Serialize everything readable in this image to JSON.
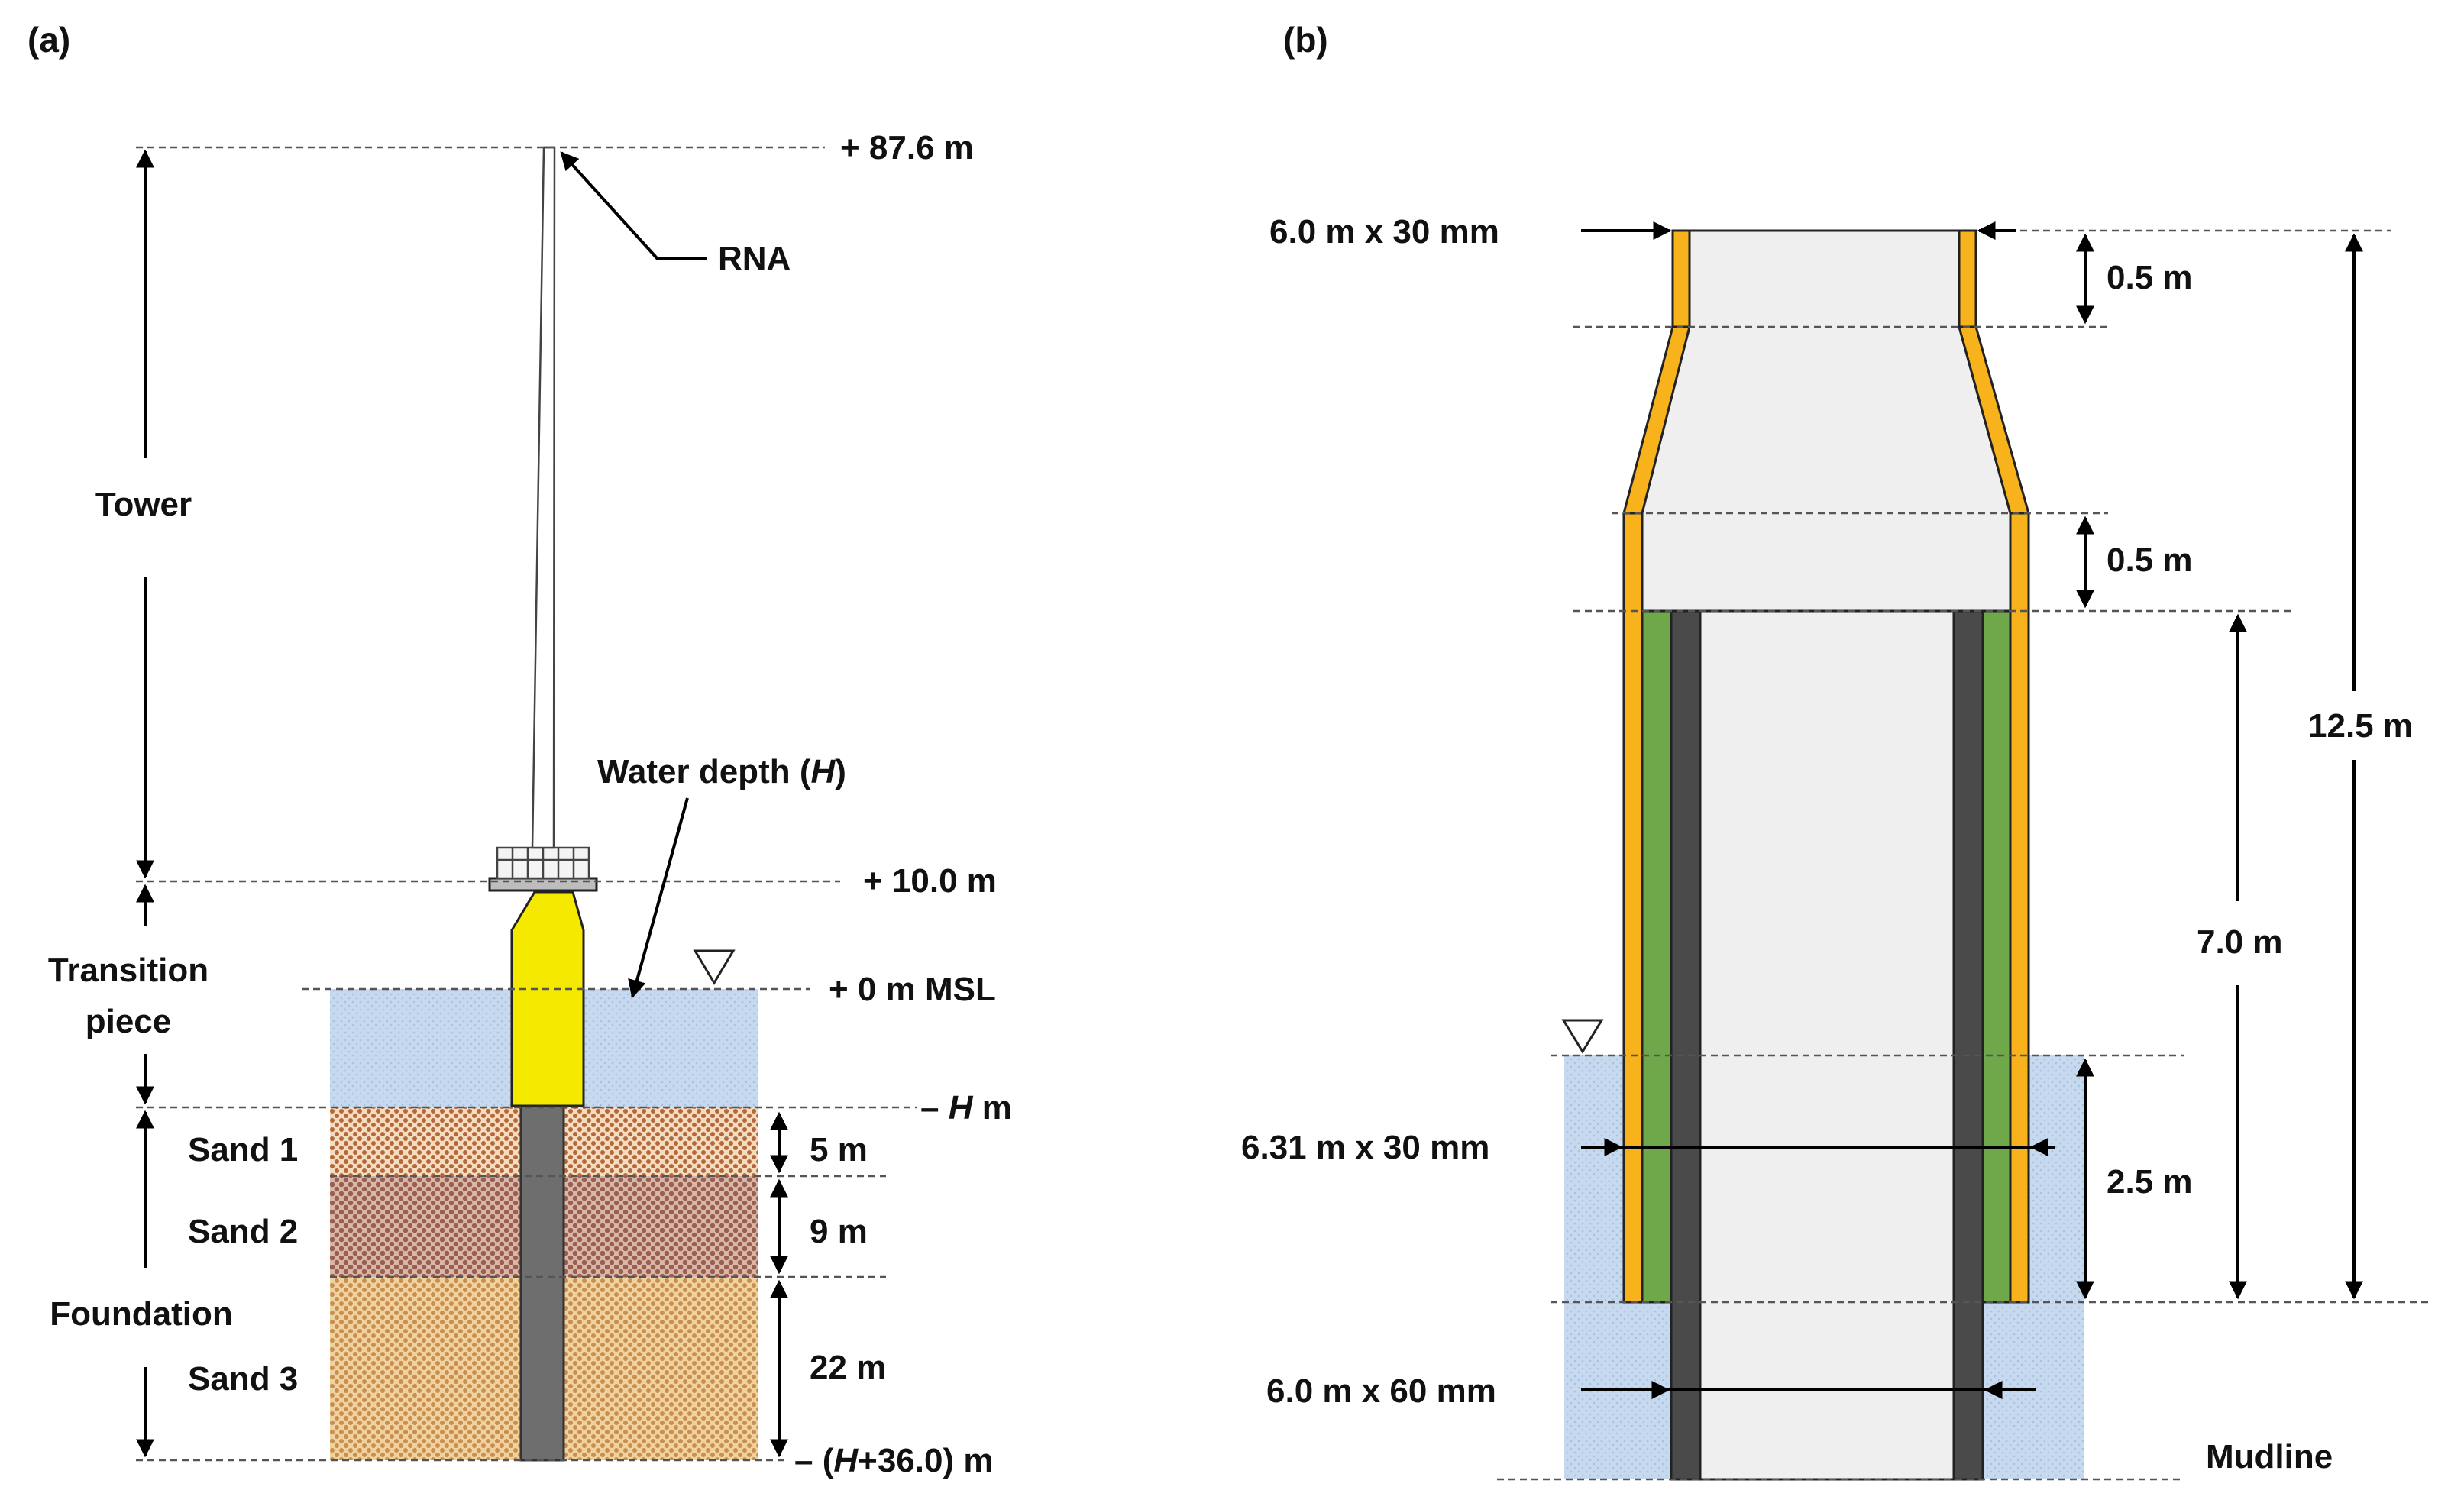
{
  "panel_a": {
    "panel_label": "(a)",
    "elevations": {
      "top": "+ 87.6 m",
      "rna": "RNA",
      "plus10": "+ 10.0 m",
      "msl": "+ 0 m MSL",
      "mudline_prefix": "– ",
      "mudline_italic": "H",
      "mudline_suffix": " m",
      "bottom_prefix": "– (",
      "bottom_italic": "H",
      "bottom_suffix": "+36.0) m"
    },
    "water_depth_text": "Water depth (",
    "water_depth_italic": "H",
    "water_depth_close": ")",
    "segments": {
      "tower": "Tower",
      "transition_line1": "Transition",
      "transition_line2": "piece",
      "foundation": "Foundation"
    },
    "soil_layers": [
      {
        "name": "Sand 1",
        "thickness": "5 m",
        "color": "#b5683a"
      },
      {
        "name": "Sand 2",
        "thickness": "9 m",
        "color": "#a0685a"
      },
      {
        "name": "Sand 3",
        "thickness": "22 m",
        "color": "#d9a86a"
      }
    ],
    "colors": {
      "water": "#c7d9ee",
      "transition_piece": "#f5e900",
      "pile": "#6e6e6e",
      "platform": "#bfbfbf"
    }
  },
  "panel_b": {
    "panel_label": "(b)",
    "dims": {
      "top_section": "6.0 m x 30 mm",
      "mid_section": "6.31 m x 30 mm",
      "pile_section": "6.0 m x 60 mm",
      "d1": "0.5 m",
      "d2": "0.5 m",
      "d3": "7.0 m",
      "d4": "2.5 m",
      "total": "12.5 m"
    },
    "mudline": "Mudline",
    "colors": {
      "tp_wall": "#f7b21c",
      "grout": "#6fa84a",
      "pile_wall": "#4a4a4a",
      "interior": "#efefef",
      "water": "#c7d9ee"
    }
  }
}
